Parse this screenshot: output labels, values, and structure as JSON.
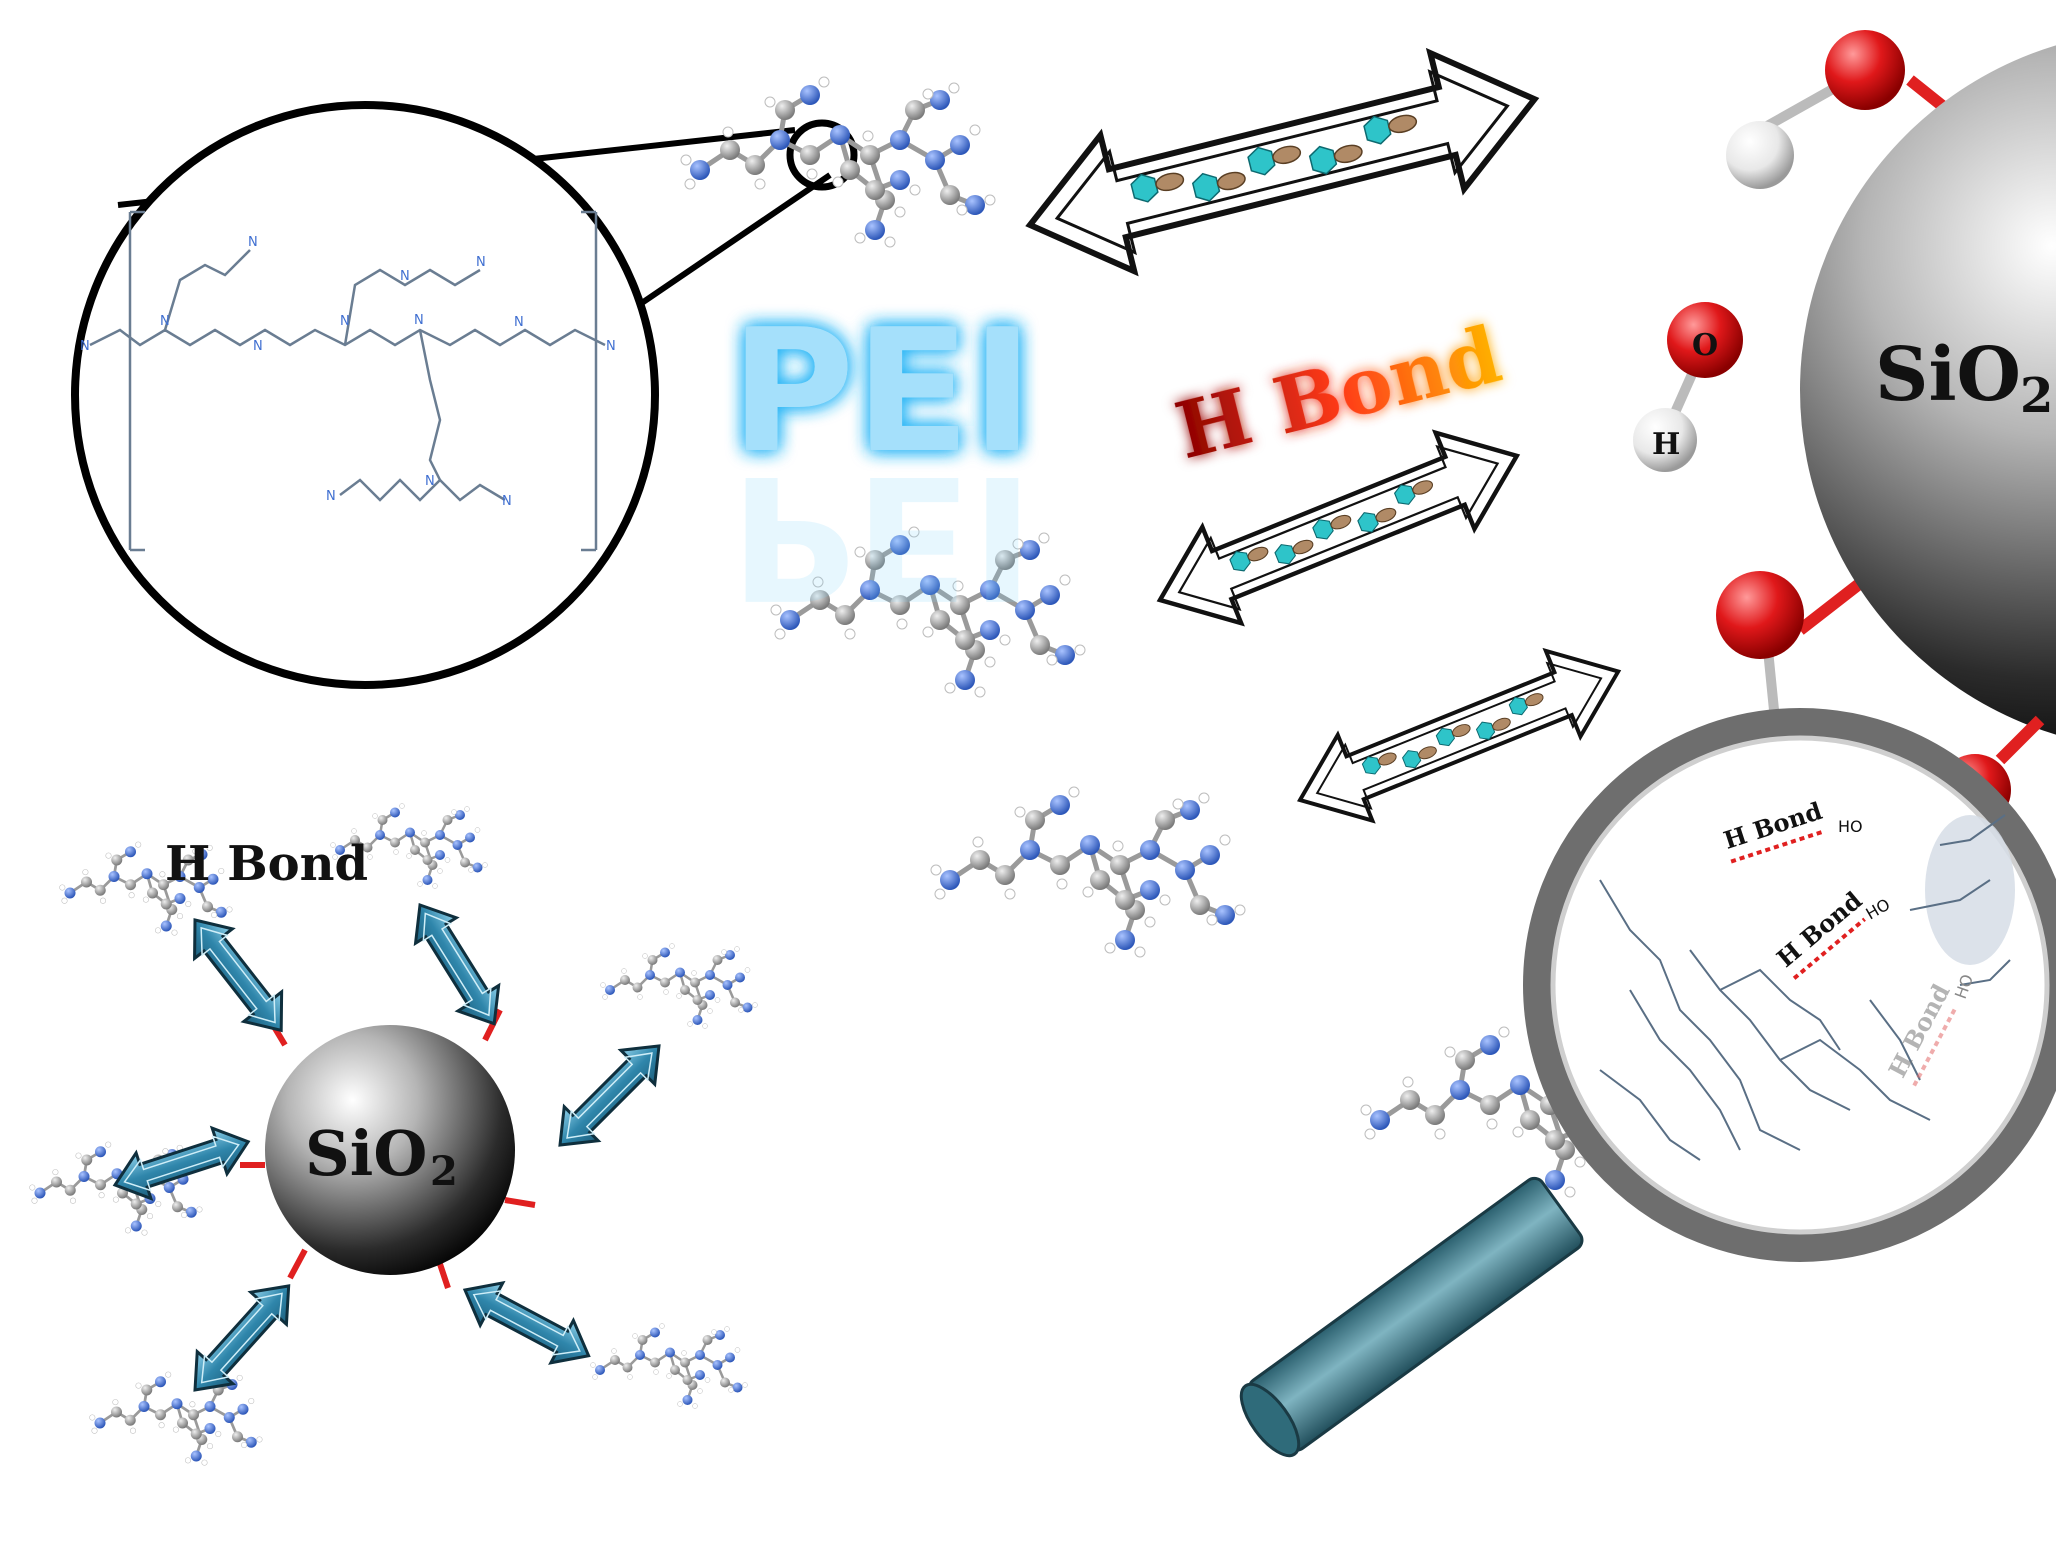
{
  "labels": {
    "pei": "PEI",
    "hbond_main": "H Bond",
    "hbond_small": "H Bond",
    "sio2_large_base": "SiO",
    "sio2_large_sub": "2",
    "sio2_small_base": "SiO",
    "sio2_small_sub": "2",
    "atom_o": "O",
    "atom_h": "H",
    "lens_hbond_1": "H Bond",
    "lens_hbond_2": "H Bond",
    "lens_hbond_3": "H Bond",
    "lens_ho_1": "HO",
    "lens_ho_2": "HO",
    "lens_ho_3": "HO",
    "struct_n": "N"
  },
  "colors": {
    "pei_glow": "#29b6f6",
    "pei_text": "#4fc3f7",
    "hbond_dark": "#8b0000",
    "hbond_mid": "#ff3b1a",
    "hbond_light": "#ffb300",
    "oxygen": "#e0181a",
    "hydrogen": "#f2f2f2",
    "carbon": "#9e9e9e",
    "nitrogen": "#3f6fd1",
    "arrow_fill": "#3a8fb2",
    "handle": "#3d7f92",
    "bond_red": "#e02020",
    "structure_line": "#5a6f85"
  },
  "icons": {
    "zoom_circle": "zoom-circle-icon",
    "magnifier": "magnifying-glass-icon",
    "double_arrow": "double-arrow-icon"
  }
}
